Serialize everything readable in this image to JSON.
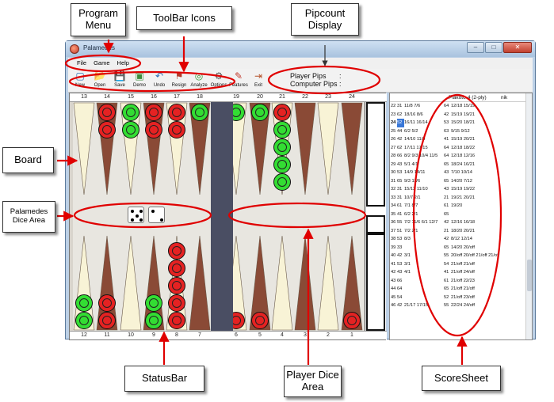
{
  "window": {
    "title": "Palamedes",
    "controls": [
      "–",
      "□",
      "✕"
    ]
  },
  "menu": [
    "File",
    "Game",
    "Help"
  ],
  "toolbar": [
    {
      "label": "New",
      "icon": "new-game-icon"
    },
    {
      "label": "Open",
      "icon": "open-folder-icon"
    },
    {
      "label": "Save",
      "icon": "save-disk-icon"
    },
    {
      "label": "Demo",
      "icon": "demo-icon"
    },
    {
      "label": "Undo",
      "icon": "undo-icon"
    },
    {
      "label": "Resign",
      "icon": "resign-flag-icon"
    },
    {
      "label": "Analyze",
      "icon": "analyze-icon"
    },
    {
      "label": "Options",
      "icon": "options-gear-icon"
    },
    {
      "label": "Features",
      "icon": "features-icon"
    },
    {
      "label": "Exit",
      "icon": "exit-door-icon"
    }
  ],
  "pipcount": {
    "player_label": "Player Pips",
    "computer_label": "Computer Pips",
    "separator": ":"
  },
  "board": {
    "top_numbers": [
      "13",
      "14",
      "15",
      "16",
      "17",
      "18",
      "19",
      "20",
      "21",
      "22",
      "23",
      "24"
    ],
    "bottom_numbers": [
      "12",
      "11",
      "10",
      "9",
      "8",
      "7",
      "6",
      "5",
      "4",
      "3",
      "2",
      "1"
    ],
    "checkers": [
      {
        "point": 14,
        "color": "red",
        "count": 2
      },
      {
        "point": 15,
        "color": "green",
        "count": 2
      },
      {
        "point": 16,
        "color": "red",
        "count": 2
      },
      {
        "point": 17,
        "color": "red",
        "count": 2
      },
      {
        "point": 18,
        "color": "green",
        "count": 1
      },
      {
        "point": 19,
        "color": "green",
        "count": 1
      },
      {
        "point": 20,
        "color": "green",
        "count": 1
      },
      {
        "point": 21,
        "color": "mixed",
        "count": 5
      },
      {
        "point": 12,
        "color": "green",
        "count": 2
      },
      {
        "point": 11,
        "color": "red",
        "count": 2
      },
      {
        "point": 9,
        "color": "green",
        "count": 2
      },
      {
        "point": 8,
        "color": "red",
        "count": 5
      },
      {
        "point": 6,
        "color": "red",
        "count": 1
      },
      {
        "point": 5,
        "color": "red",
        "count": 1
      },
      {
        "point": 1,
        "color": "red",
        "count": 1
      }
    ],
    "dice": [
      5,
      2
    ],
    "colors": {
      "dark_point": "#8a4a36",
      "light_point": "#f8f3d6",
      "red_checker": "#e52222",
      "green_checker": "#33dd33",
      "bar": "#4a4e63"
    }
  },
  "scoresheet": {
    "header": [
      "Plakoto-4 (2-ply)",
      "nik"
    ],
    "rows": [
      [
        "22",
        "31",
        "11/8 7/6",
        "64",
        "12/18 15/19"
      ],
      [
        "23",
        "62",
        "18/16 8/6",
        "42",
        "15/19 19/21"
      ],
      [
        "24",
        "52",
        "16/11 16/14",
        "53",
        "15/20 18/21"
      ],
      [
        "25",
        "44",
        "6/2 5/2",
        "63",
        "9/15 9/12"
      ],
      [
        "26",
        "42",
        "14/10 11/9",
        "41",
        "15/19 20/21"
      ],
      [
        "27",
        "62",
        "17/11 17/15",
        "64",
        "12/18 18/22"
      ],
      [
        "28",
        "66",
        "8/2 9/3 10/4 11/5",
        "64",
        "12/18 12/16"
      ],
      [
        "29",
        "43",
        "5/1 4/1",
        "65",
        "18/24 16/21"
      ],
      [
        "30",
        "53",
        "14/9 14/11",
        "43",
        "7/10 10/14"
      ],
      [
        "31",
        "65",
        "9/3 11/6",
        "65",
        "14/20 7/12"
      ],
      [
        "32",
        "31",
        "15/12 11/10",
        "43",
        "15/19 19/22"
      ],
      [
        "33",
        "31",
        "10/7 2/1",
        "21",
        "19/21 20/21"
      ],
      [
        "34",
        "61",
        "7/1 8/7",
        "61",
        "19/20"
      ],
      [
        "35",
        "41",
        "6/2 2/1",
        "65",
        ""
      ],
      [
        "36",
        "55",
        "7/2 11/6 6/1 12/7",
        "42",
        "12/16 16/18"
      ],
      [
        "37",
        "51",
        "7/2 2/1",
        "21",
        "18/20 20/21"
      ],
      [
        "38",
        "53",
        "8/3",
        "42",
        "8/12 12/14"
      ],
      [
        "39",
        "33",
        "",
        "65",
        "14/20 20/off"
      ],
      [
        "40",
        "42",
        "3/1",
        "55",
        "20/off 20/off 21/off 21/off"
      ],
      [
        "41",
        "53",
        "3/1",
        "54",
        "21/off 21/off"
      ],
      [
        "42",
        "43",
        "4/1",
        "41",
        "21/off 24/off"
      ],
      [
        "43",
        "66",
        "",
        "61",
        "21/off 22/23"
      ],
      [
        "44",
        "64",
        "",
        "65",
        "21/off 21/off"
      ],
      [
        "45",
        "54",
        "",
        "52",
        "21/off 23/off"
      ],
      [
        "46",
        "42",
        "21/17 17/15",
        "55",
        "22/24 24/off"
      ]
    ],
    "highlight": {
      "row": 2,
      "col": 1
    },
    "bold_number_row": 2
  },
  "callouts": [
    {
      "id": "program-menu",
      "text": "Program Menu"
    },
    {
      "id": "toolbar-icons",
      "text": "ToolBar Icons"
    },
    {
      "id": "pipcount-display",
      "text": "Pipcount Display"
    },
    {
      "id": "board",
      "text": "Board"
    },
    {
      "id": "palamedes-dice-area",
      "text": "Palamedes Dice Area"
    },
    {
      "id": "statusbar",
      "text": "StatusBar"
    },
    {
      "id": "player-dice-area",
      "text": "Player Dice Area"
    },
    {
      "id": "scoresheet",
      "text": "ScoreSheet"
    }
  ]
}
